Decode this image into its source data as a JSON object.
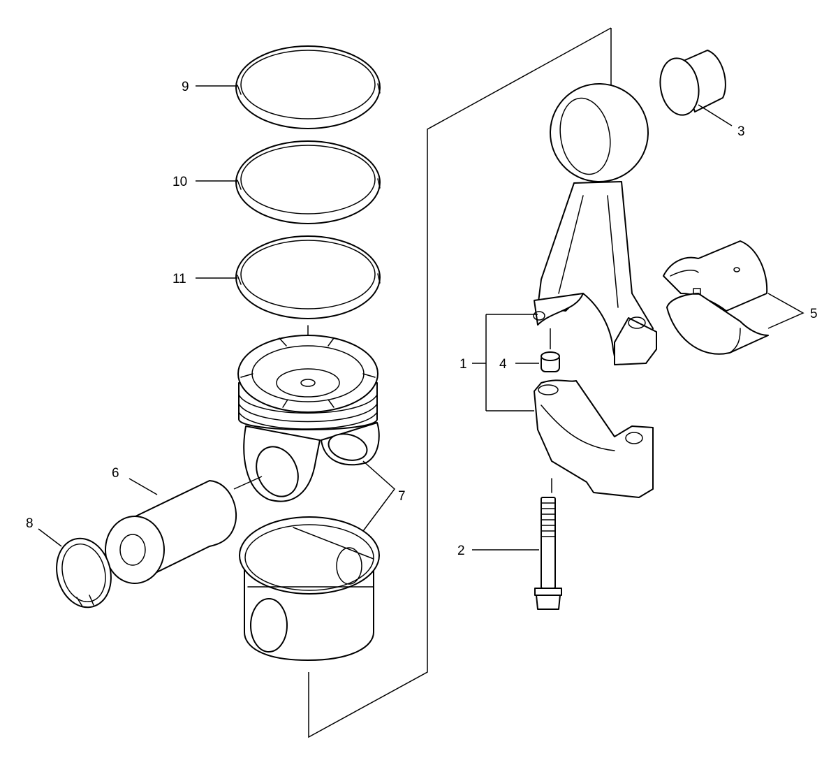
{
  "diagram": {
    "type": "exploded-parts-view",
    "line_color": "#000000",
    "background": "#ffffff",
    "callouts": [
      {
        "id": "c1",
        "label": "1"
      },
      {
        "id": "c2",
        "label": "2"
      },
      {
        "id": "c3",
        "label": "3"
      },
      {
        "id": "c4",
        "label": "4"
      },
      {
        "id": "c5",
        "label": "5"
      },
      {
        "id": "c6",
        "label": "6"
      },
      {
        "id": "c7",
        "label": "7"
      },
      {
        "id": "c8",
        "label": "8"
      },
      {
        "id": "c9",
        "label": "9"
      },
      {
        "id": "c10",
        "label": "10"
      },
      {
        "id": "c11",
        "label": "11"
      }
    ]
  }
}
